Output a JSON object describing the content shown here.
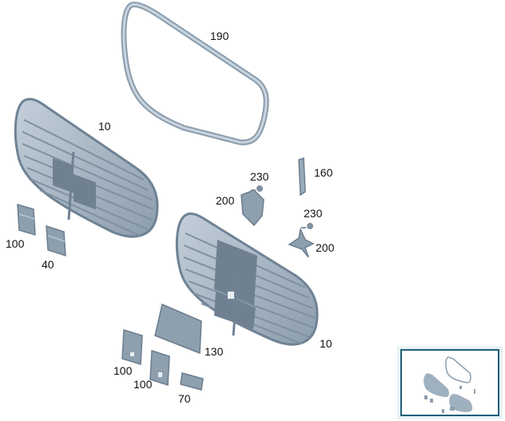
{
  "diagram": {
    "type": "exploded-parts-view",
    "subject": "Front radiator grille assembly",
    "colors": {
      "part_fill": "#9fb0bf",
      "part_stroke": "#6f8294",
      "part_dark": "#7d8e9e",
      "background": "#ffffff",
      "thumbnail_border": "#1f5f78"
    },
    "callouts": [
      {
        "id": "c190",
        "label": "190",
        "part": "grille-surround-frame"
      },
      {
        "id": "c10a",
        "label": "10",
        "part": "grille-upper"
      },
      {
        "id": "c230a",
        "label": "230",
        "part": "screw-upper"
      },
      {
        "id": "c160",
        "label": "160",
        "part": "bracket-vertical"
      },
      {
        "id": "c200a",
        "label": "200",
        "part": "bracket-mount-left"
      },
      {
        "id": "c230b",
        "label": "230",
        "part": "screw-lower"
      },
      {
        "id": "c200b",
        "label": "200",
        "part": "bracket-mount-right"
      },
      {
        "id": "c100a",
        "label": "100",
        "part": "cover-clip-left"
      },
      {
        "id": "c40",
        "label": "40",
        "part": "cover-clip"
      },
      {
        "id": "c130",
        "label": "130",
        "part": "cover-panel"
      },
      {
        "id": "c100b",
        "label": "100",
        "part": "cover-clip-lower-a"
      },
      {
        "id": "c100c",
        "label": "100",
        "part": "cover-clip-lower-b"
      },
      {
        "id": "c70",
        "label": "70",
        "part": "clip-strip"
      },
      {
        "id": "c10b",
        "label": "10",
        "part": "grille-lower"
      }
    ]
  },
  "thumbnail": {
    "label": "overview-thumbnail"
  }
}
